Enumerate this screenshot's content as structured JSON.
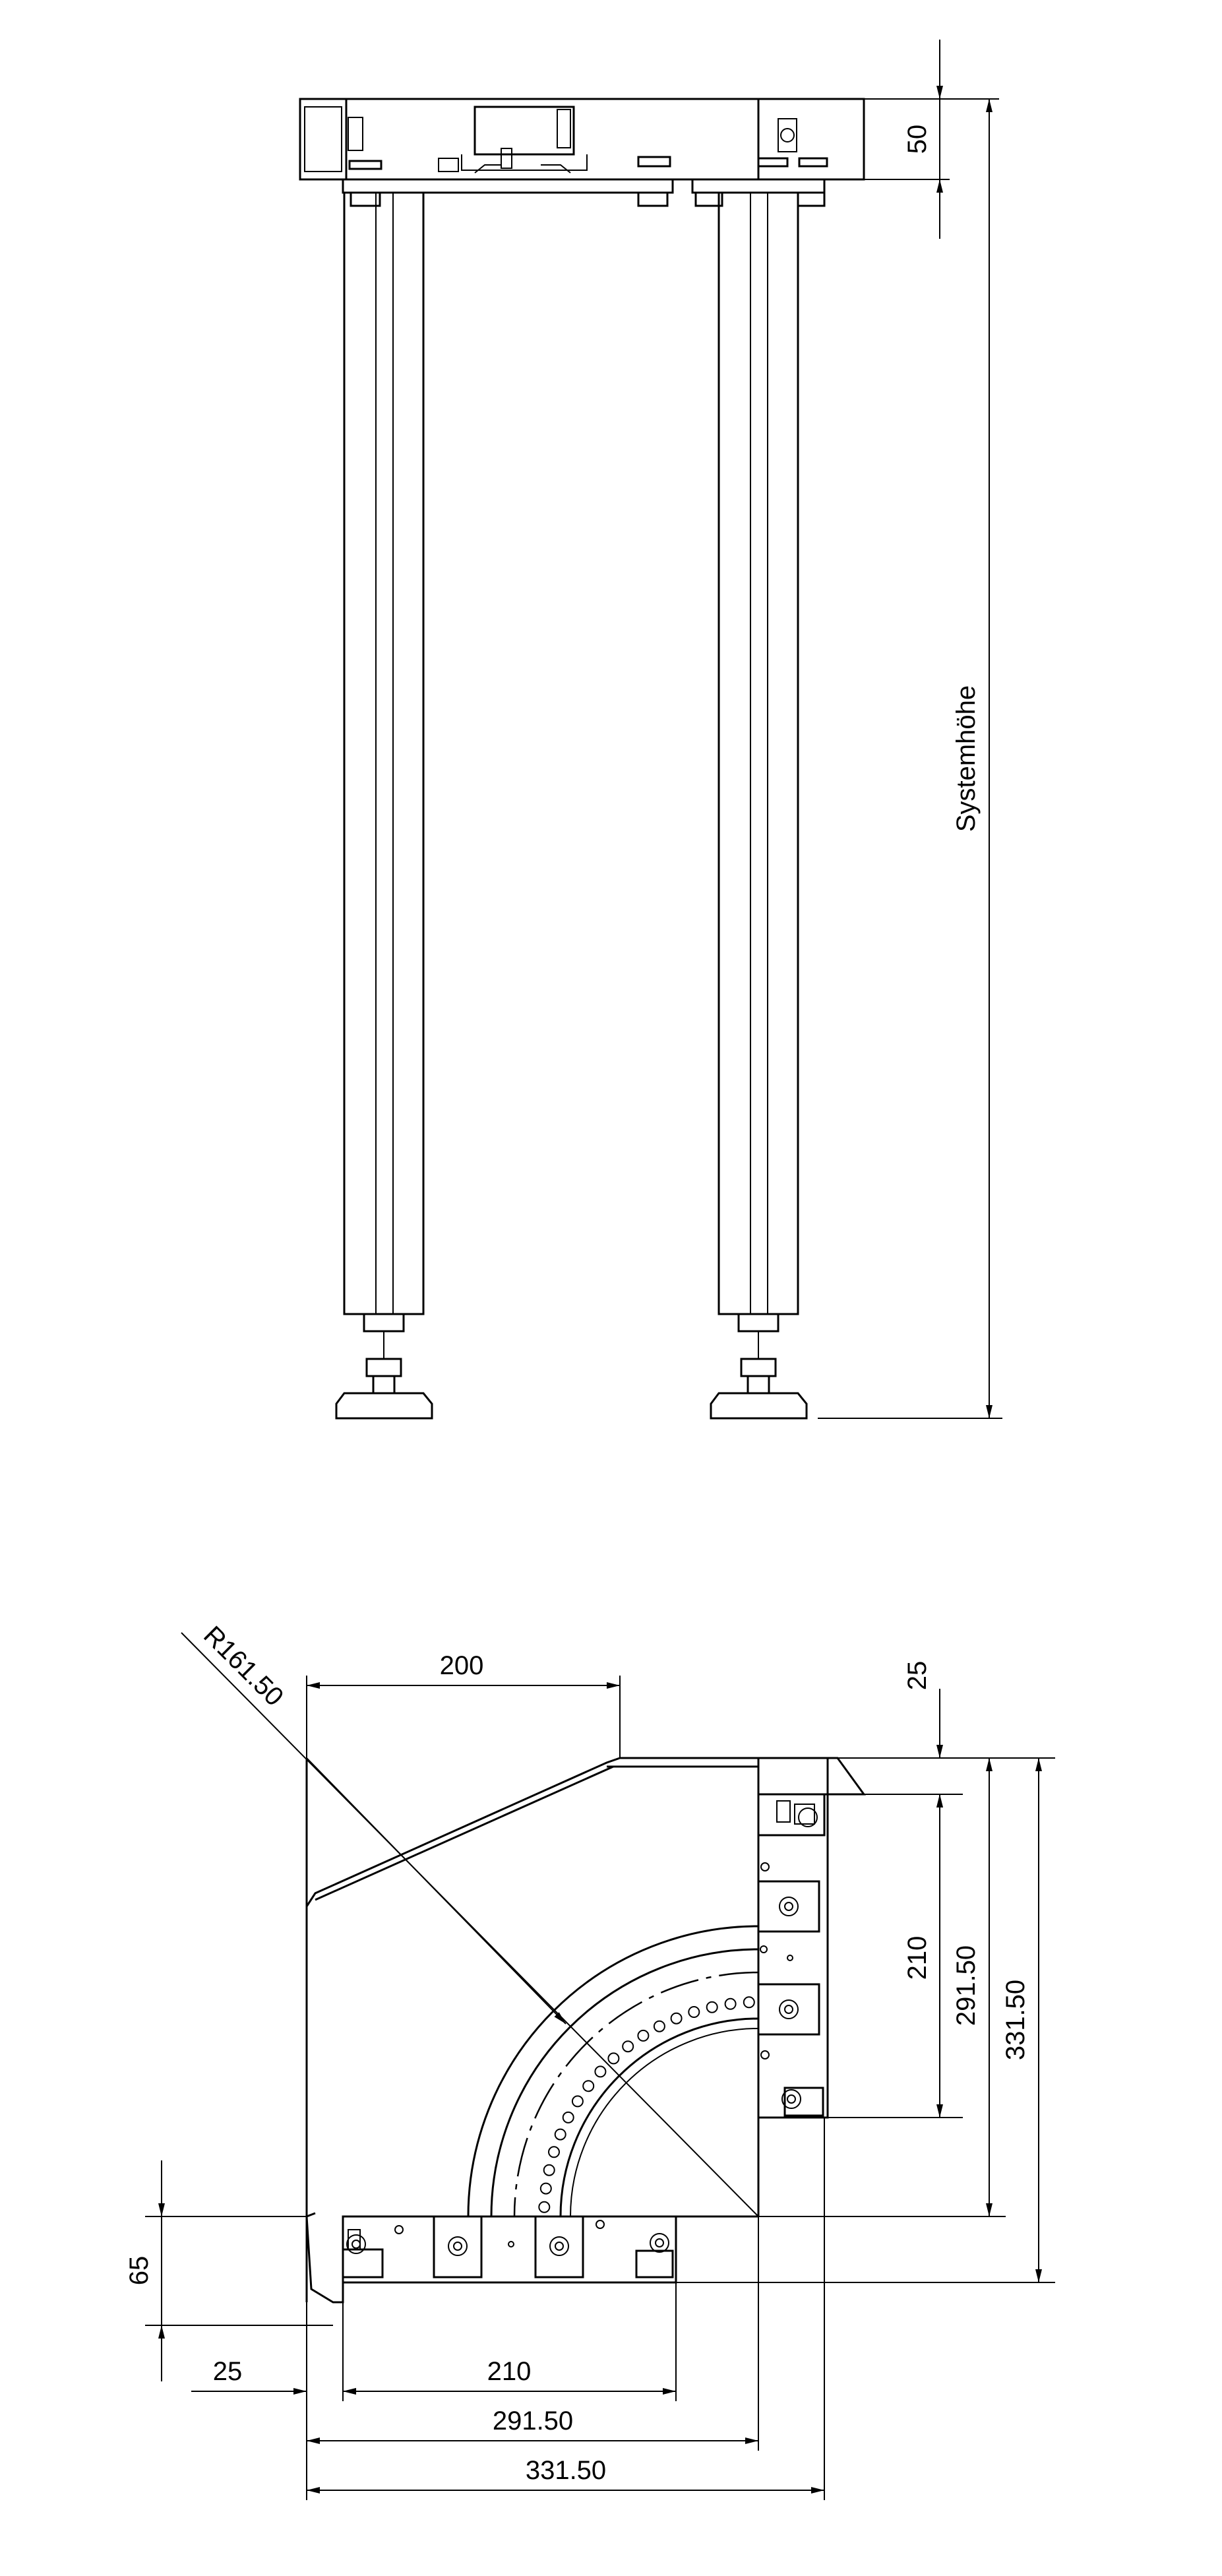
{
  "side_view": {
    "dim_top_height": "50",
    "dim_system_height": "Systemhöhe"
  },
  "top_view": {
    "radius_label": "R161.50",
    "dim_top_200": "200",
    "dim_right_25": "25",
    "dim_right_210": "210",
    "dim_right_291": "291.50",
    "dim_right_331": "331.50",
    "dim_left_65": "65",
    "dim_bottom_25": "25",
    "dim_bottom_210": "210",
    "dim_bottom_291": "291.50",
    "dim_bottom_331": "331.50"
  },
  "colors": {
    "line": "#000000",
    "background": "#ffffff"
  }
}
